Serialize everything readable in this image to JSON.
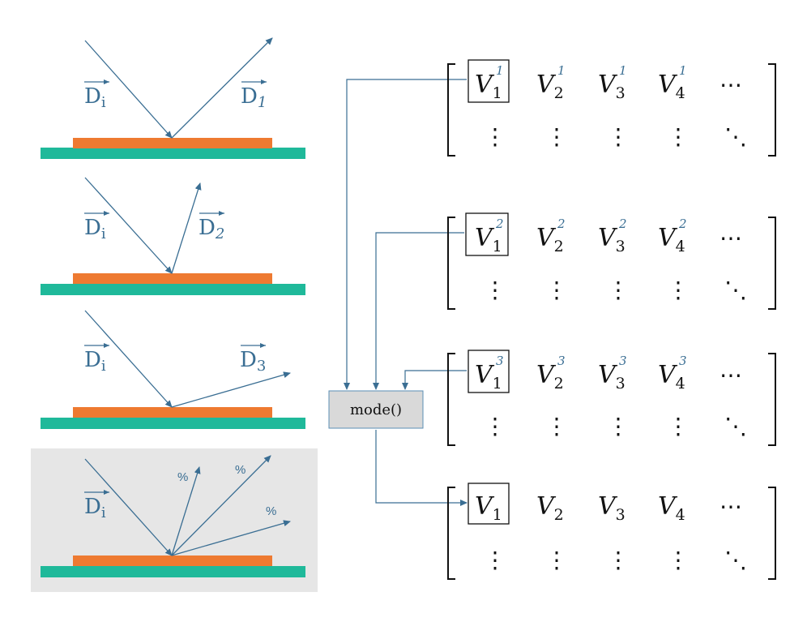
{
  "colors": {
    "accent_blue": "#3a6e93",
    "slab_orange": "#ee7a31",
    "base_teal": "#1fb99a",
    "panel_gray": "#e6e6e6",
    "mode_box_fill": "#d9d9d9",
    "mode_box_stroke": "#5b8fb5"
  },
  "panels": [
    {
      "incident_label": "D",
      "incident_sub": "i",
      "reflect_label": "D",
      "reflect_sub": "1",
      "reflect_sub_italic": true
    },
    {
      "incident_label": "D",
      "incident_sub": "i",
      "reflect_label": "D",
      "reflect_sub": "2",
      "reflect_sub_italic": true
    },
    {
      "incident_label": "D",
      "incident_sub": "i",
      "reflect_label": "D",
      "reflect_sub": "3",
      "reflect_sub_italic": false
    },
    {
      "incident_label": "D",
      "incident_sub": "i",
      "percent_labels": [
        "%",
        "%",
        "%"
      ]
    }
  ],
  "mode_box": {
    "label": "mode()"
  },
  "matrices": [
    {
      "cells": [
        "V",
        "V",
        "V",
        "V"
      ],
      "subs": [
        "1",
        "2",
        "3",
        "4"
      ],
      "sup": "1",
      "ellipsis": "⋯",
      "vdots": "⋮",
      "ddots": "⋱"
    },
    {
      "cells": [
        "V",
        "V",
        "V",
        "V"
      ],
      "subs": [
        "1",
        "2",
        "3",
        "4"
      ],
      "sup": "2",
      "ellipsis": "⋯",
      "vdots": "⋮",
      "ddots": "⋱"
    },
    {
      "cells": [
        "V",
        "V",
        "V",
        "V"
      ],
      "subs": [
        "1",
        "2",
        "3",
        "4"
      ],
      "sup": "3",
      "ellipsis": "⋯",
      "vdots": "⋮",
      "ddots": "⋱"
    },
    {
      "cells": [
        "V",
        "V",
        "V",
        "V"
      ],
      "subs": [
        "1",
        "2",
        "3",
        "4"
      ],
      "sup": "",
      "ellipsis": "⋯",
      "vdots": "⋮",
      "ddots": "⋱"
    }
  ]
}
